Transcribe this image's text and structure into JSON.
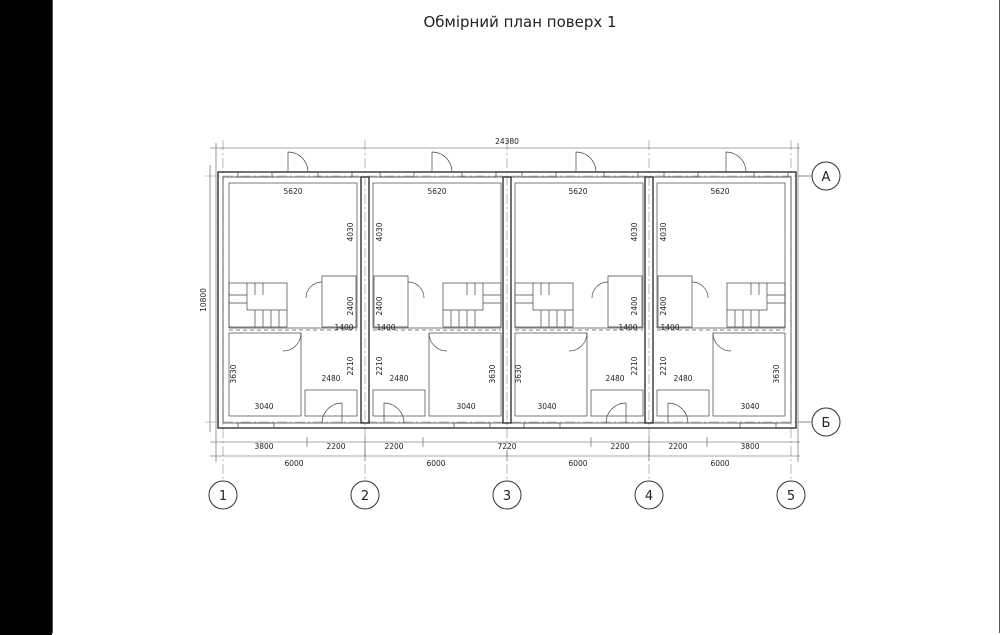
{
  "title": "Обмірний план поверх 1",
  "dimensions": {
    "overall_width": "24380",
    "overall_height": "10800",
    "room_top_widths": [
      "5620",
      "5620",
      "5620",
      "5620"
    ],
    "room_top_heights": [
      "4030",
      "4030",
      "4030",
      "4030"
    ],
    "hall_heights": [
      "2400",
      "2400",
      "2400",
      "2400"
    ],
    "hall_widths": [
      "1400",
      "1400",
      "1400",
      "1400"
    ],
    "corridor_heights": [
      "2210",
      "2210",
      "2210",
      "2210"
    ],
    "corridor_widths": [
      "2480",
      "2480",
      "2480",
      "2480"
    ],
    "room_bottom_heights": [
      "3630",
      "3630",
      "3630",
      "3630"
    ],
    "room_bottom_widths": [
      "3040",
      "3040",
      "3040",
      "3040"
    ],
    "chain1": [
      "3800",
      "2200",
      "2200",
      "7220",
      "2200",
      "2200",
      "3800"
    ],
    "chain2": [
      "6000",
      "6000",
      "6000",
      "6000"
    ]
  },
  "axes": {
    "horizontal": [
      "А",
      "Б"
    ],
    "vertical": [
      "1",
      "2",
      "3",
      "4",
      "5"
    ]
  }
}
